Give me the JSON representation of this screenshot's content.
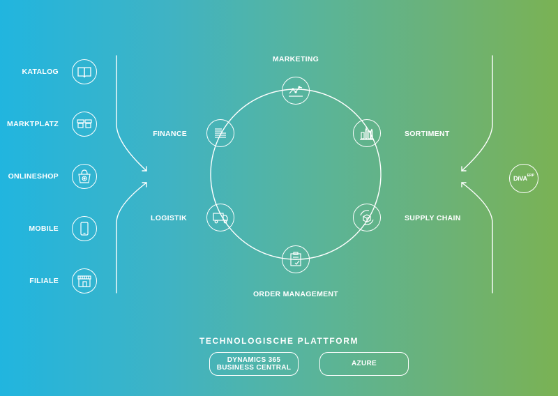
{
  "channels": [
    {
      "label": "KATALOG",
      "icon": "book-icon"
    },
    {
      "label": "MARKTPLATZ",
      "icon": "market-stalls-icon"
    },
    {
      "label": "ONLINESHOP",
      "icon": "shopping-bag-icon"
    },
    {
      "label": "MOBILE",
      "icon": "smartphone-icon"
    },
    {
      "label": "FILIALE",
      "icon": "storefront-icon"
    }
  ],
  "cycle": {
    "marketing": {
      "label": "MARKETING",
      "icon": "trend-chart-icon"
    },
    "sortiment": {
      "label": "SORTIMENT",
      "icon": "bottles-icon"
    },
    "supply_chain": {
      "label": "SUPPLY CHAIN",
      "icon": "box-cycle-icon"
    },
    "order_management": {
      "label": "ORDER MANAGEMENT",
      "icon": "clipboard-check-icon"
    },
    "logistik": {
      "label": "LOGISTIK",
      "icon": "truck-icon"
    },
    "finance": {
      "label": "FINANCE",
      "icon": "ledger-icon"
    }
  },
  "erp_logo": {
    "main": "DiVA",
    "suffix": "ERP"
  },
  "platform": {
    "title": "TECHNOLOGISCHE PLATTFORM",
    "left_line1": "DYNAMICS 365",
    "left_line2": "BUSINESS CENTRAL",
    "right": "AZURE"
  },
  "colors": {
    "gradient_start": "#21b5df",
    "gradient_end": "#7ab254",
    "stroke": "#ffffff"
  }
}
